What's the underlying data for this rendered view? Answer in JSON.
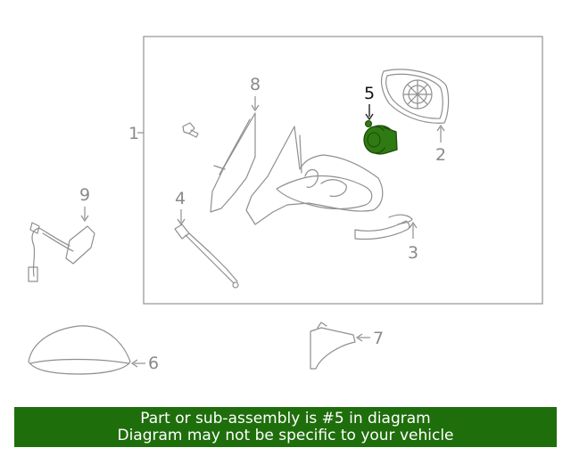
{
  "callouts": {
    "c1": "1",
    "c2": "2",
    "c3": "3",
    "c4": "4",
    "c5": "5",
    "c6": "6",
    "c7": "7",
    "c8": "8",
    "c9": "9"
  },
  "highlighted_part": "5",
  "colors": {
    "highlight_fill": "#2f7a12",
    "banner": "#1f6e0c",
    "line": "#8f8f8f"
  },
  "banner": {
    "line1": "Part or sub-assembly is #5 in diagram",
    "line2": "Diagram may not be specific to your vehicle"
  }
}
